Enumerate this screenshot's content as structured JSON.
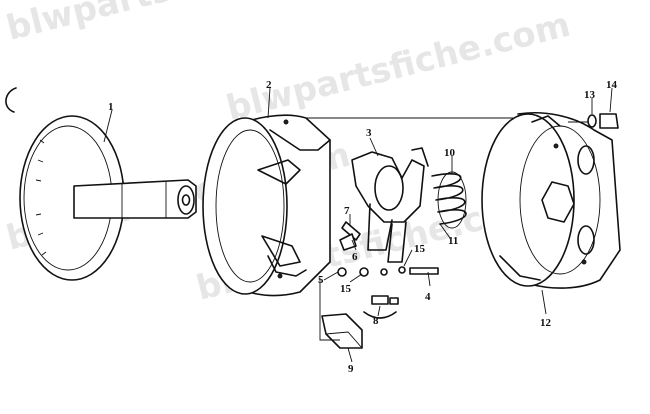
{
  "watermark": {
    "text": "blwpartsfiche.com"
  },
  "colors": {
    "ink": "#111111",
    "paper": "#ffffff",
    "watermark": "#e6e6e6"
  },
  "callouts": {
    "c1": "1",
    "c2": "2",
    "c3": "3",
    "c4": "4",
    "c5": "5",
    "c6": "6",
    "c7": "7",
    "c8": "8",
    "c9": "9",
    "c10": "10",
    "c11": "11",
    "c12": "12",
    "c13": "13",
    "c14": "14",
    "c15a": "15",
    "c15b": "15"
  }
}
